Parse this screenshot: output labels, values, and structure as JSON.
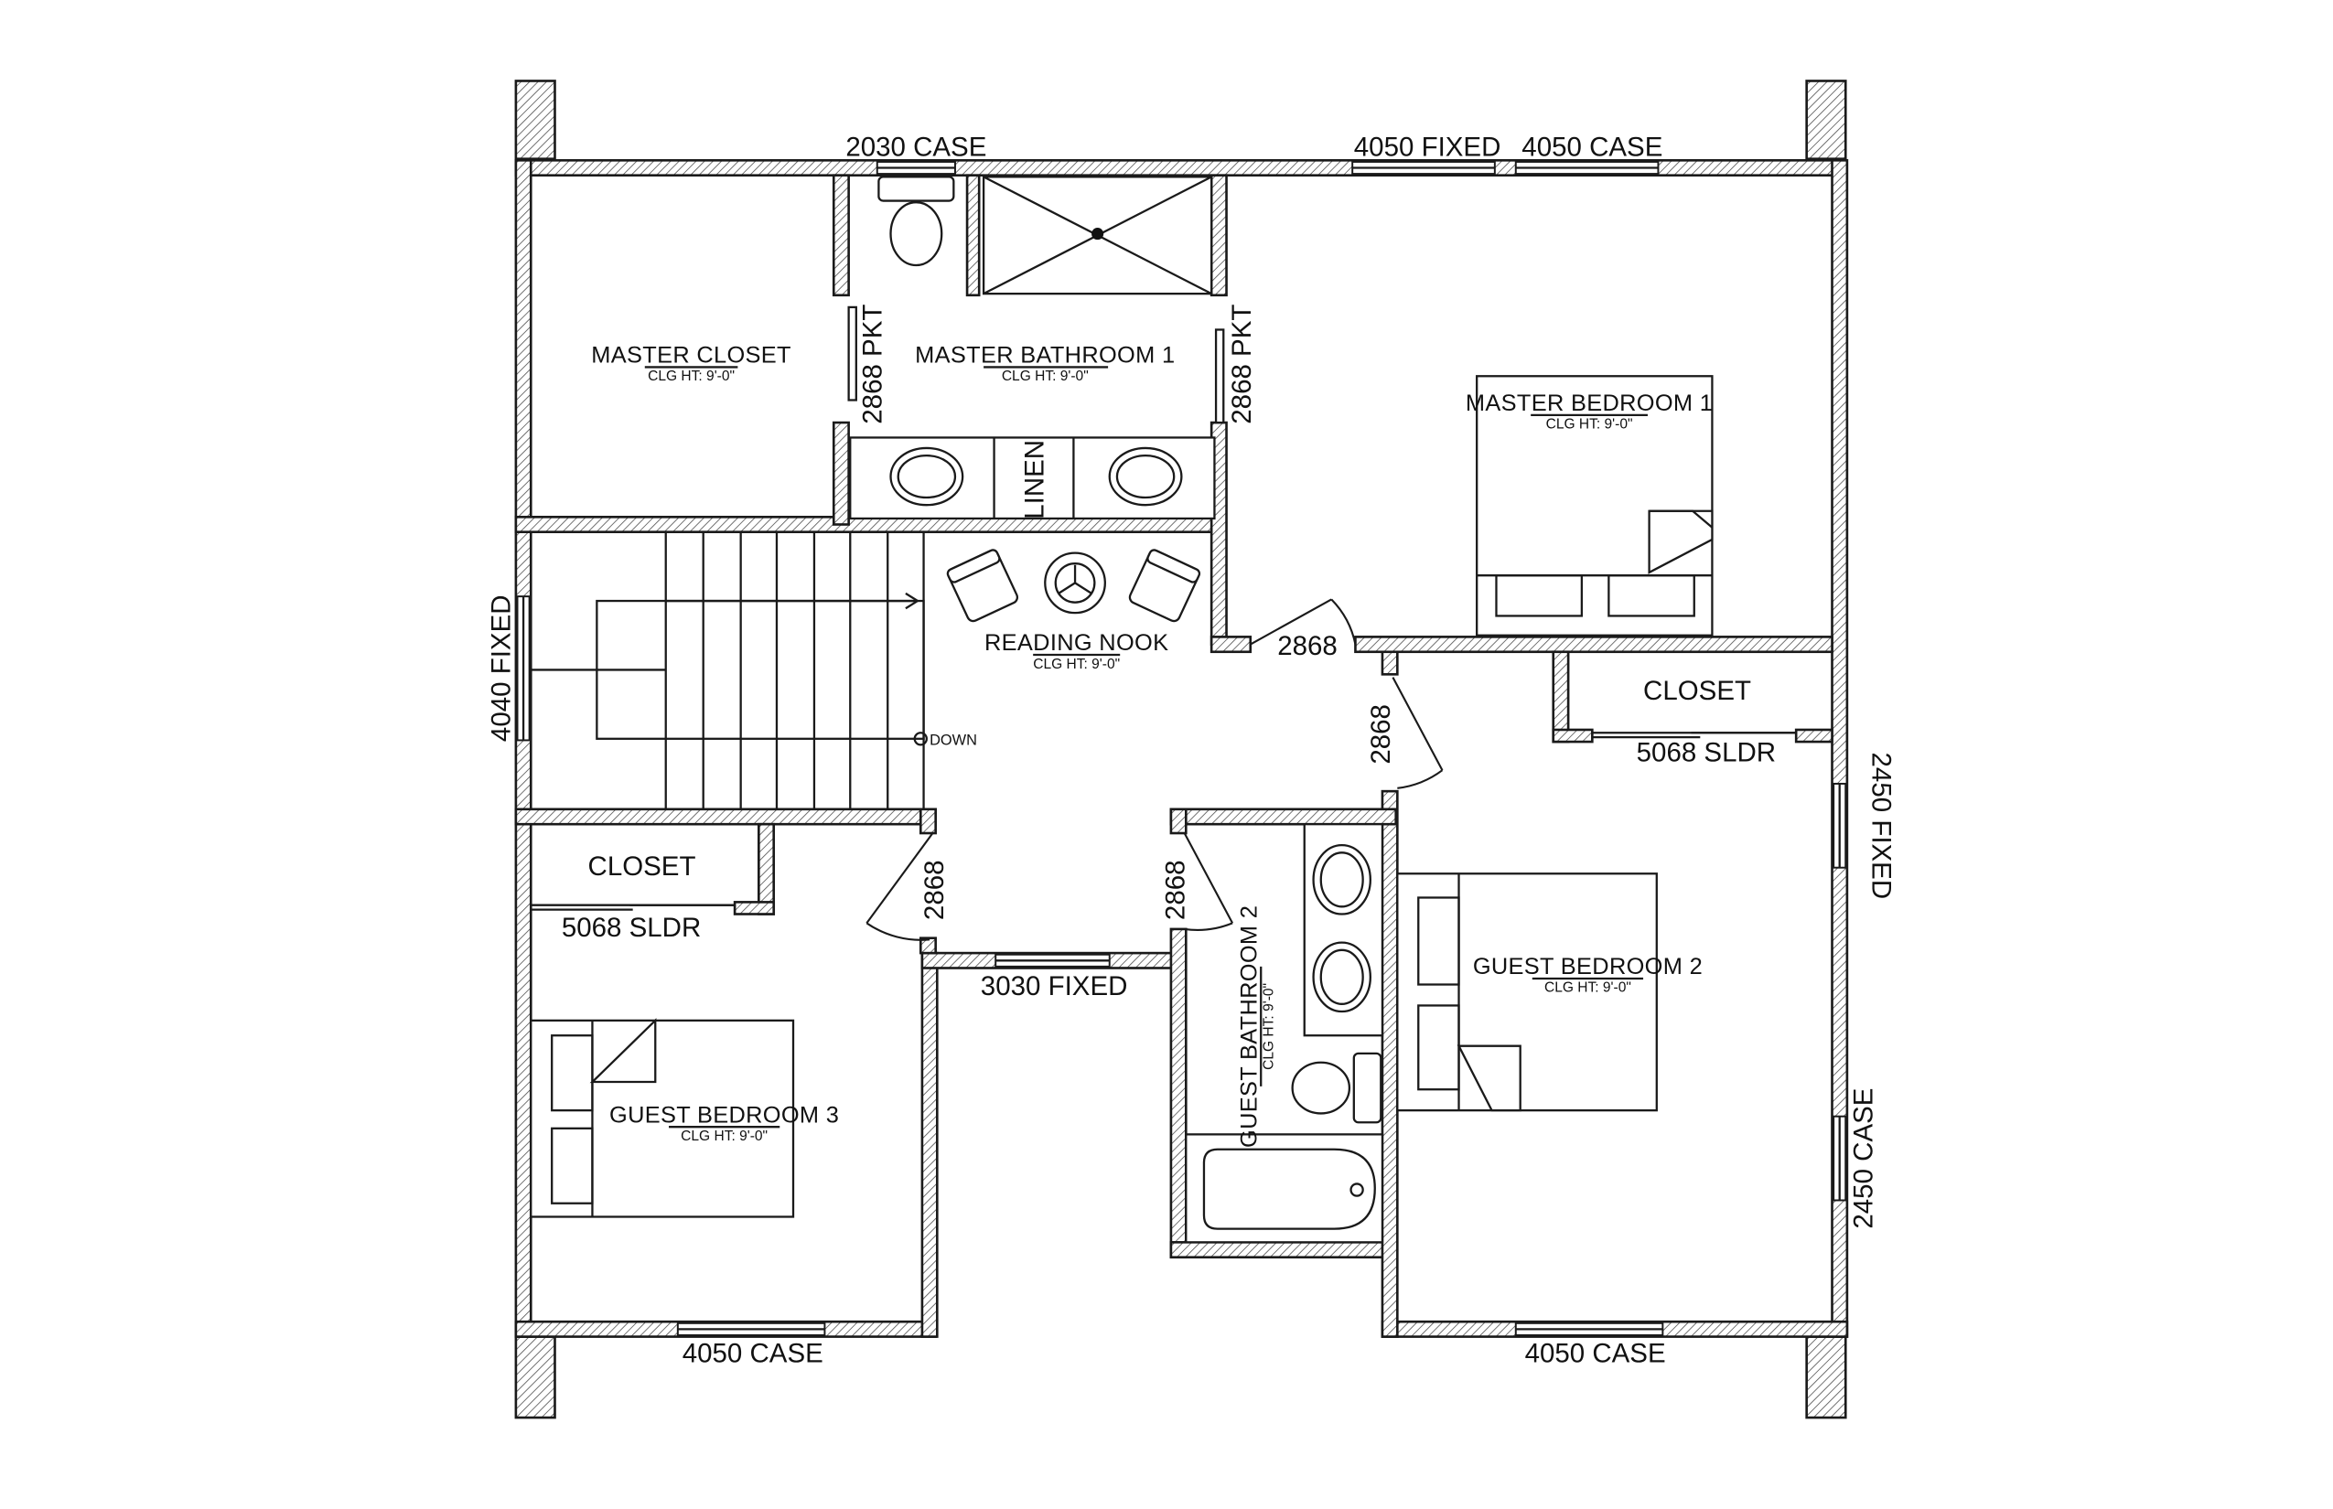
{
  "rooms": {
    "master_closet": {
      "name": "MASTER CLOSET",
      "clg": "CLG HT: 9'-0\""
    },
    "master_bathroom": {
      "name": "MASTER BATHROOM 1",
      "clg": "CLG HT: 9'-0\""
    },
    "master_bedroom": {
      "name": "MASTER BEDROOM 1",
      "clg": "CLG HT: 9'-0\""
    },
    "reading_nook": {
      "name": "READING NOOK",
      "clg": "CLG HT: 9'-0\""
    },
    "guest_bathroom": {
      "name": "GUEST BATHROOM 2",
      "clg": "CLG HT: 9'-0\""
    },
    "guest_bedroom_2": {
      "name": "GUEST BEDROOM 2",
      "clg": "CLG HT: 9'-0\""
    },
    "guest_bedroom_3": {
      "name": "GUEST BEDROOM 3",
      "clg": "CLG HT: 9'-0\""
    },
    "closet_right": {
      "name": "CLOSET"
    },
    "closet_left": {
      "name": "CLOSET"
    },
    "linen": {
      "name": "LINEN"
    }
  },
  "windows": {
    "top_bath": "2030 CASE",
    "top_fixed": "4050 FIXED",
    "top_case": "4050 CASE",
    "left_fixed": "4040 FIXED",
    "right_fixed": "2450 FIXED",
    "right_case": "2450 CASE",
    "bottom_left": "4050 CASE",
    "bottom_right": "4050 CASE",
    "hall_fixed": "3030 FIXED"
  },
  "doors": {
    "pocket_left": "2868 PKT",
    "pocket_right": "2868 PKT",
    "master_entry": "2868",
    "guest2_entry": "2868",
    "guest3_entry": "2868",
    "gbath_entry": "2868",
    "slider_right": "5068 SLDR",
    "slider_left": "5068 SLDR"
  },
  "stairs": {
    "direction": "DOWN"
  }
}
